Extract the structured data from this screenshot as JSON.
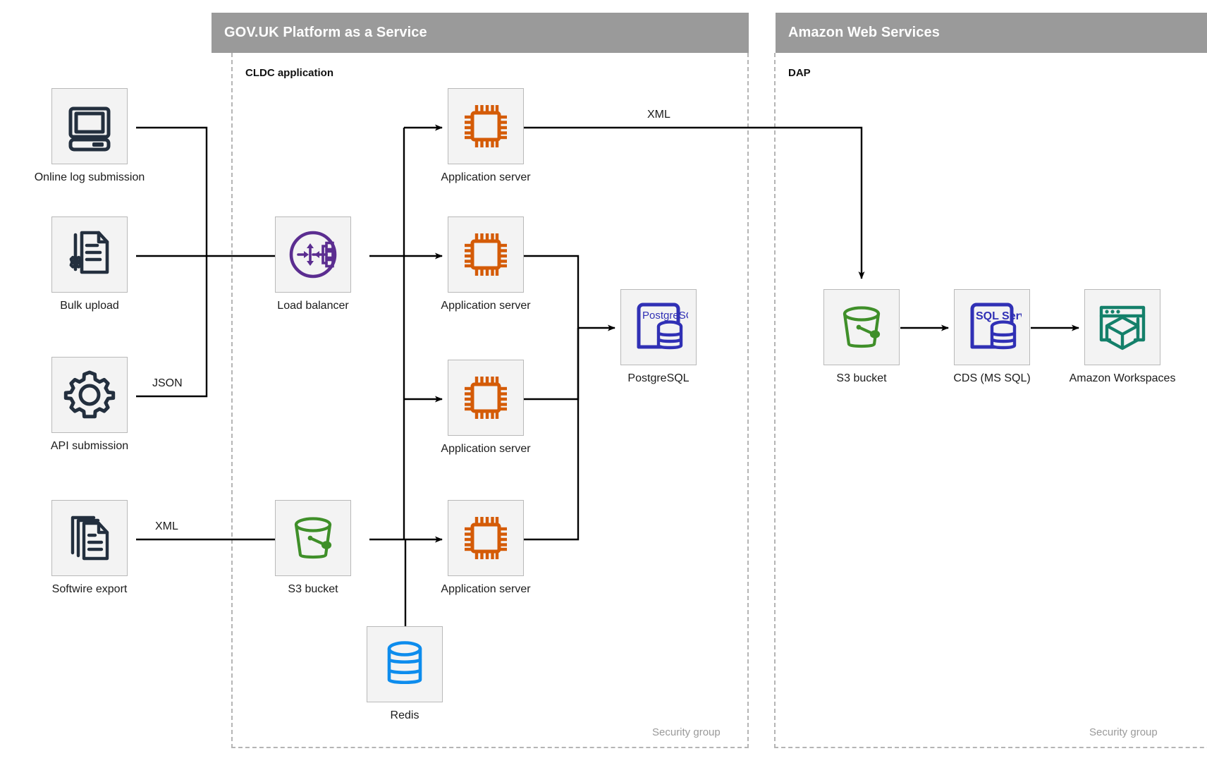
{
  "zones": [
    {
      "id": "paas",
      "title": "GOV.UK Platform as a Service",
      "subtitle": "CLDC application",
      "footer": "Security group"
    },
    {
      "id": "aws",
      "title": "Amazon Web Services",
      "subtitle": "DAP",
      "footer": "Security group"
    }
  ],
  "nodes": [
    {
      "id": "online-log-submission",
      "label": "Online log submission",
      "icon": "desktop-computer-icon",
      "color": "#232f3e"
    },
    {
      "id": "bulk-upload",
      "label": "Bulk upload",
      "icon": "document-gear-icon",
      "color": "#232f3e"
    },
    {
      "id": "api-submission",
      "label": "API submission",
      "icon": "gear-icon",
      "color": "#232f3e"
    },
    {
      "id": "softwire-export",
      "label": "Softwire export",
      "icon": "documents-stack-icon",
      "color": "#232f3e"
    },
    {
      "id": "load-balancer",
      "label": "Load balancer",
      "icon": "load-balancer-icon",
      "color": "#5b2d90"
    },
    {
      "id": "s3-bucket-paas",
      "label": "S3 bucket",
      "icon": "bucket-icon",
      "color": "#3f8f29"
    },
    {
      "id": "app-server-1",
      "label": "Application server",
      "icon": "cpu-chip-icon",
      "color": "#d45b07"
    },
    {
      "id": "app-server-2",
      "label": "Application server",
      "icon": "cpu-chip-icon",
      "color": "#d45b07"
    },
    {
      "id": "app-server-3",
      "label": "Application server",
      "icon": "cpu-chip-icon",
      "color": "#d45b07"
    },
    {
      "id": "app-server-4",
      "label": "Application server",
      "icon": "cpu-chip-icon",
      "color": "#d45b07"
    },
    {
      "id": "redis",
      "label": "Redis",
      "icon": "database-cylinder-icon",
      "color": "#0d8ced"
    },
    {
      "id": "postgresql",
      "label": "PostgreSQL",
      "icon": "postgresql-icon",
      "color": "#3030b5",
      "icon_text": "PostgreSQL"
    },
    {
      "id": "s3-bucket-aws",
      "label": "S3 bucket",
      "icon": "bucket-icon",
      "color": "#3f8f29"
    },
    {
      "id": "cds-ms-sql",
      "label": "CDS (MS SQL)",
      "icon": "sql-server-icon",
      "color": "#3030b5",
      "icon_text": "SQL Server"
    },
    {
      "id": "amazon-workspaces",
      "label": "Amazon Workspaces",
      "icon": "workspaces-cube-icon",
      "color": "#14806a"
    }
  ],
  "edge_labels": [
    {
      "id": "json-label",
      "text": "JSON"
    },
    {
      "id": "xml-label-softwire",
      "text": "XML"
    },
    {
      "id": "xml-label-dap",
      "text": "XML"
    }
  ],
  "colors": {
    "zone_header_bg": "#9a9a9a",
    "tile_bg": "#f3f3f3",
    "tile_border": "#b9b9b9",
    "zone_border": "#b5b5b9",
    "line": "#000000",
    "aws_navy": "#232f3e",
    "orange": "#d45b07",
    "purple": "#5b2d90",
    "green": "#3f8f29",
    "blue": "#0d8ced",
    "db_blue": "#3030b5",
    "teal": "#14806a"
  }
}
